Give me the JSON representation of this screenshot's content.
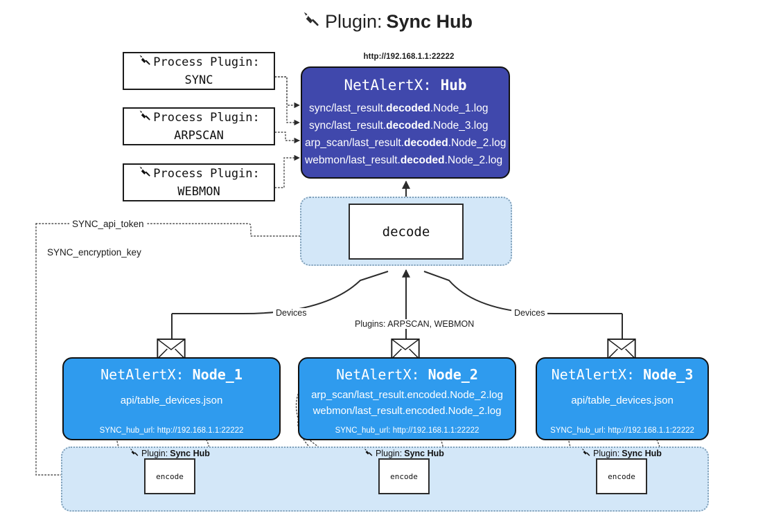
{
  "title": {
    "icon": "plug-icon",
    "prefix": "Plugin:",
    "name": "Sync Hub"
  },
  "process_plugins": [
    {
      "icon": "plug-icon",
      "line1": "Process Plugin:",
      "line2": "SYNC"
    },
    {
      "icon": "plug-icon",
      "line1": "Process Plugin:",
      "line2": "ARPSCAN"
    },
    {
      "icon": "plug-icon",
      "line1": "Process Plugin:",
      "line2": "WEBMON"
    }
  ],
  "hub": {
    "url": "http://192.168.1.1:22222",
    "prefix": "NetAlertX:",
    "name": "Hub",
    "lines": [
      {
        "pre": "sync/last_result.",
        "em": "decoded",
        "post": ".Node_1.log"
      },
      {
        "pre": "sync/last_result.",
        "em": "decoded",
        "post": ".Node_3.log"
      },
      {
        "pre": "arp_scan/last_result.",
        "em": "decoded",
        "post": ".Node_2.log"
      },
      {
        "pre": "webmon/last_result.",
        "em": "decoded",
        "post": ".Node_2.log"
      }
    ]
  },
  "decode": {
    "label": "decode"
  },
  "tokens": {
    "api_token": "SYNC_api_token",
    "encryption_key": "SYNC_encryption_key"
  },
  "edge_labels": {
    "devices_left": "Devices",
    "devices_right": "Devices",
    "plugins_center": "Plugins: ARPSCAN, WEBMON"
  },
  "nodes": [
    {
      "prefix": "NetAlertX:",
      "name": "Node_1",
      "lines": [
        "api/table_devices.json"
      ],
      "hub_url_label": "SYNC_hub_url:",
      "hub_url": "http://192.168.1.1:22222",
      "envelope_icon": "envelope-icon"
    },
    {
      "prefix": "NetAlertX:",
      "name": "Node_2",
      "lines": [
        "arp_scan/last_result.encoded.Node_2.log",
        "webmon/last_result.encoded.Node_2.log"
      ],
      "hub_url_label": "SYNC_hub_url:",
      "hub_url": "http://192.168.1.1:22222",
      "envelope_icon": "envelope-icon"
    },
    {
      "prefix": "NetAlertX:",
      "name": "Node_3",
      "lines": [
        "api/table_devices.json"
      ],
      "hub_url_label": "SYNC_hub_url:",
      "hub_url": "http://192.168.1.1:22222",
      "envelope_icon": "envelope-icon"
    }
  ],
  "encoders": [
    {
      "icon": "plug-icon",
      "prefix": "Plugin:",
      "name": "Sync Hub",
      "box_label": "encode"
    },
    {
      "icon": "plug-icon",
      "prefix": "Plugin:",
      "name": "Sync Hub",
      "box_label": "encode"
    },
    {
      "icon": "plug-icon",
      "prefix": "Plugin:",
      "name": "Sync Hub",
      "box_label": "encode"
    }
  ],
  "colors": {
    "hub_fill": "#4048ac",
    "node_fill": "#2f9bee",
    "container_fill": "#d3e7f8",
    "container_border": "#7f9fb8",
    "stroke": "#1b1b1b",
    "page_bg": "#ffffff"
  }
}
